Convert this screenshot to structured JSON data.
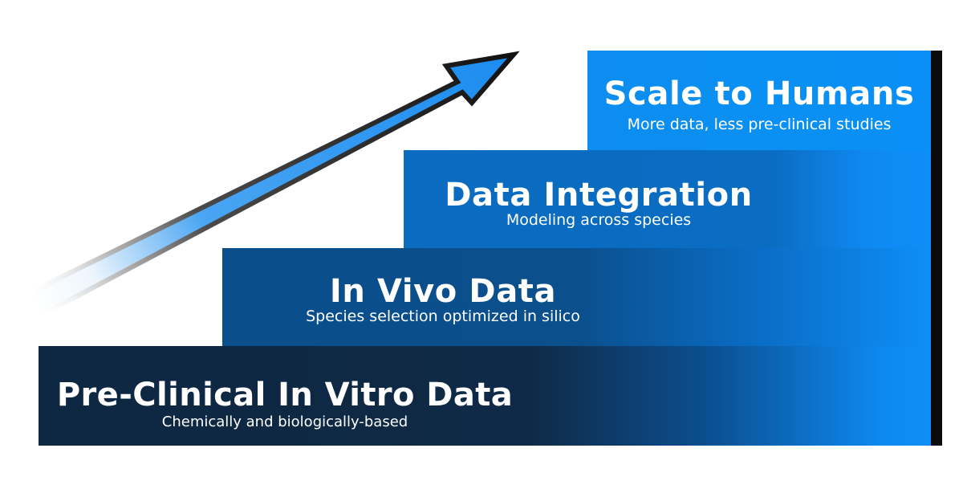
{
  "colors": {
    "arrow_fill": "#1a8cf0",
    "arrow_outline": "#111111",
    "edge_bar": "#0b0b0b",
    "text": "#ffffff"
  },
  "steps": [
    {
      "title": "Pre-Clinical In Vitro Data",
      "subtitle": "Chemically and biologically-based"
    },
    {
      "title": "In Vivo Data",
      "subtitle": "Species selection optimized in silico"
    },
    {
      "title": "Data Integration",
      "subtitle": "Modeling across species"
    },
    {
      "title": "Scale to Humans",
      "subtitle": "More data, less pre-clinical studies"
    }
  ],
  "icons": {
    "arrow": "arrow-up-right-icon"
  }
}
